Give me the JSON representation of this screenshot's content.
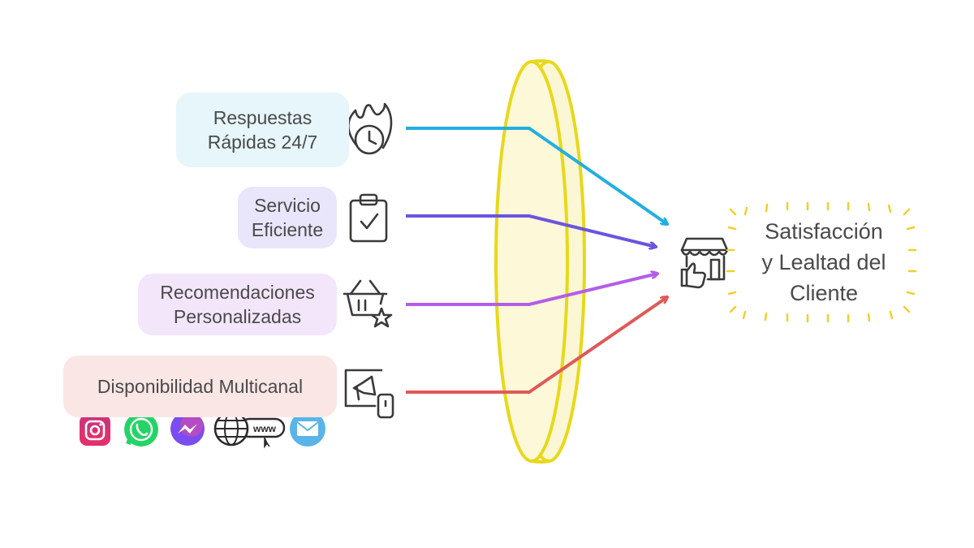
{
  "colors": {
    "lens_fill": "#fbf7d4",
    "lens_stroke": "#e8d81a",
    "arrow_1": "#24aee0",
    "arrow_2": "#6a55e0",
    "arrow_3": "#b35ee8",
    "arrow_4": "#e05858",
    "box_1": "#e6f6fb",
    "box_2": "#e9e6fb",
    "box_3": "#f3e6fb",
    "box_4": "#fbe6e6"
  },
  "inputs": [
    {
      "line1": "Respuestas",
      "line2": "Rápidas 24/7",
      "icon": "clock-flame-icon"
    },
    {
      "line1": "Servicio",
      "line2": "Eficiente",
      "icon": "clipboard-check-icon"
    },
    {
      "line1": "Recomendaciones",
      "line2": "Personalizadas",
      "icon": "basket-star-icon"
    },
    {
      "line1": "Disponibilidad Multicanal",
      "line2": "",
      "icon": "megaphone-phone-icon"
    }
  ],
  "channels": {
    "icons": [
      "instagram-icon",
      "whatsapp-icon",
      "messenger-icon",
      "web-www-icon",
      "email-icon"
    ],
    "web_text": "www"
  },
  "output": {
    "line1": "Satisfacción",
    "line2": "y Lealtad del",
    "line3": "Cliente",
    "icon": "store-thumbs-up-icon"
  }
}
